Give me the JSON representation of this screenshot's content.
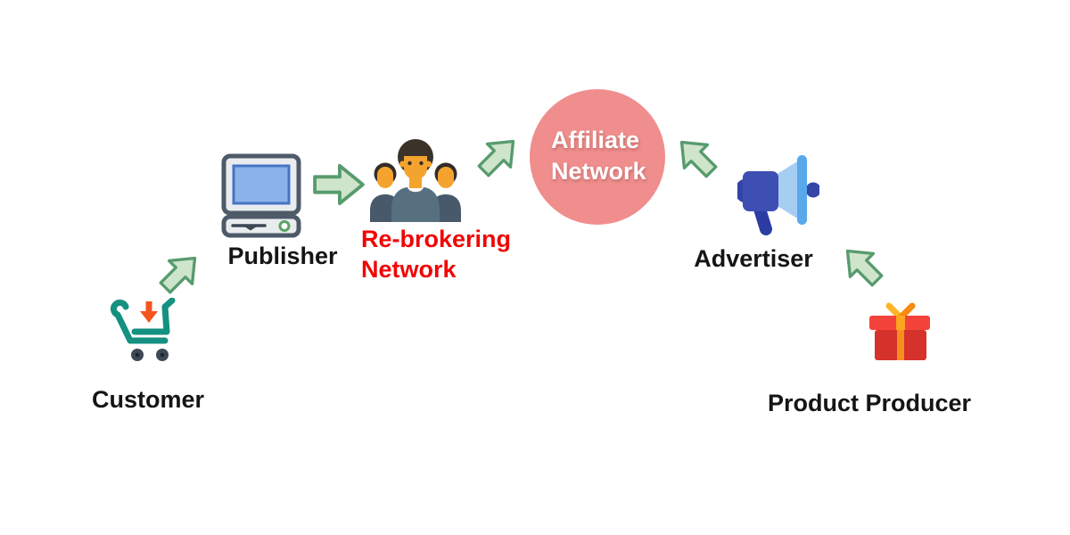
{
  "diagram": {
    "background": "#ffffff",
    "nodes": {
      "customer": {
        "label": "Customer",
        "icon": "shopping-cart-icon",
        "label_color": "#151515"
      },
      "publisher": {
        "label": "Publisher",
        "icon": "desktop-computer-icon",
        "label_color": "#151515"
      },
      "rebrokering": {
        "label_line1": "Re-brokering",
        "label_line2": "Network",
        "icon": "people-group-icon",
        "label_color": "#f10505"
      },
      "affiliate": {
        "label_line1": "Affiliate",
        "label_line2": "Network",
        "shape": "circle",
        "circle_color": "#f08d8d",
        "text_color": "#ffffff"
      },
      "advertiser": {
        "label": "Advertiser",
        "icon": "megaphone-icon",
        "label_color": "#151515"
      },
      "producer": {
        "label": "Product Producer",
        "icon": "gift-box-icon",
        "label_color": "#151515"
      }
    },
    "flow": {
      "arrow_fill": "#cfe5cb",
      "arrow_stroke": "#579b6d",
      "arrows": [
        {
          "from": "customer",
          "to": "publisher",
          "direction": "up-right"
        },
        {
          "from": "publisher",
          "to": "rebrokering",
          "direction": "right"
        },
        {
          "from": "rebrokering",
          "to": "affiliate",
          "direction": "up-right"
        },
        {
          "from": "advertiser",
          "to": "affiliate",
          "direction": "up-left"
        },
        {
          "from": "producer",
          "to": "advertiser",
          "direction": "up-left"
        }
      ]
    },
    "icon_colors": {
      "cart_teal": "#149180",
      "cart_arrow_orange": "#f4551f",
      "wheel_gray": "#3e4956",
      "computer_body": "#e9ecef",
      "computer_border": "#4e5a68",
      "screen_blue": "#8cb2ea",
      "skin_orange": "#f4a42e",
      "hair_dark": "#3a332a",
      "shirt_slate": "#57707f",
      "megaphone_light_blue": "#a6cdf2",
      "megaphone_indigo": "#3d4fb3",
      "gift_red_light": "#f4433a",
      "gift_red_dark": "#d5322b",
      "ribbon_orange": "#ffa51f"
    }
  }
}
